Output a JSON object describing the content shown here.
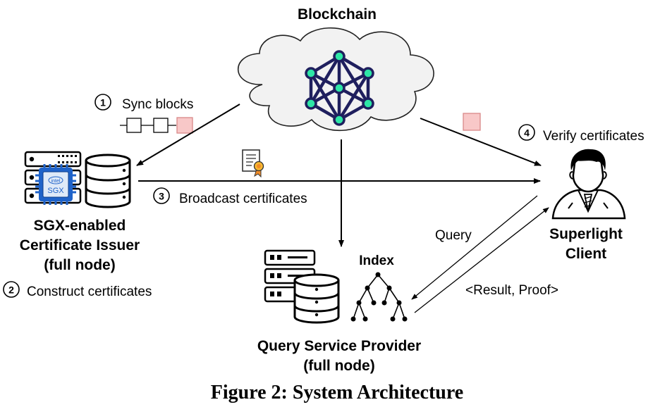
{
  "blockchain": {
    "title": "Blockchain"
  },
  "steps": [
    {
      "num": "1",
      "label": "Sync blocks"
    },
    {
      "num": "2",
      "label": "Construct certificates"
    },
    {
      "num": "3",
      "label": "Broadcast certificates"
    },
    {
      "num": "4",
      "label": "Verify certificates"
    }
  ],
  "issuer": {
    "name_line1": "SGX-enabled",
    "name_line2": "Certificate Issuer",
    "name_line3": "(full node)",
    "chip_brand": "intel",
    "chip_label": "SGX"
  },
  "provider": {
    "index_label": "Index",
    "name_line1": "Query Service Provider",
    "name_line2": "(full node)"
  },
  "client": {
    "name_line1": "Superlight",
    "name_line2": "Client"
  },
  "messages": {
    "query": "Query",
    "result": "<Result, Proof>"
  },
  "caption": "Figure 2: System Architecture",
  "colors": {
    "block_pink": "#f8c8c8",
    "block_pink_border": "#d98888",
    "node_green": "#2ee6a6",
    "graph_navy": "#1f1f5e",
    "chip_blue": "#1f63c9"
  }
}
